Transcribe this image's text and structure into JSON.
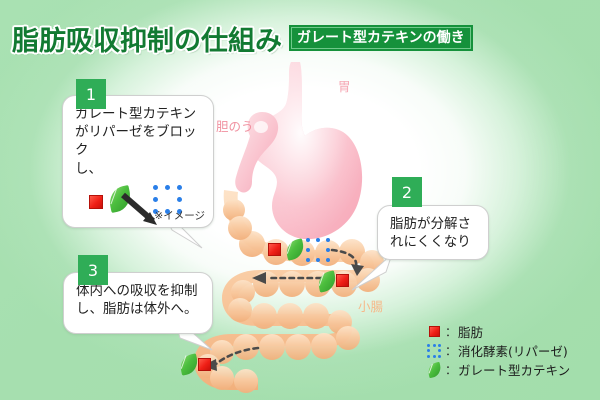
{
  "header": {
    "title": "脂肪吸収抑制の仕組み",
    "subtitle": "ガレート型カテキンの働き"
  },
  "steps": [
    {
      "number": "1",
      "text": "ガレート型カテキン\nがリパーゼをブロック\nし、",
      "note": "※イメージ"
    },
    {
      "number": "2",
      "text": "脂肪が分解さ\nれにくくなり"
    },
    {
      "number": "3",
      "text": "体内への吸収を抑制\nし、脂肪は体外へ。"
    }
  ],
  "organs": {
    "stomach": "胃",
    "gallbladder": "胆のう",
    "small_intestine": "小腸"
  },
  "legend": [
    {
      "icon": "fat-square-icon",
      "separator": "：",
      "label": "脂肪"
    },
    {
      "icon": "enzyme-dots-icon",
      "separator": "：",
      "label": "消化酵素(リパーゼ)"
    },
    {
      "icon": "catechin-leaf-icon",
      "separator": "：",
      "label": "ガレート型カテキン"
    }
  ],
  "colors": {
    "background_green": "#a6dfaf",
    "title_green": "#127a32",
    "badge_green": "#2fad57",
    "subtitle_box_green": "#15913b",
    "fat_red": "#ef1f16",
    "enzyme_blue": "#2a7fe8",
    "leaf_green": "#4cbe3e",
    "stomach_pink": "#f7b9c4",
    "intestine_orange": "#f8c79a"
  }
}
